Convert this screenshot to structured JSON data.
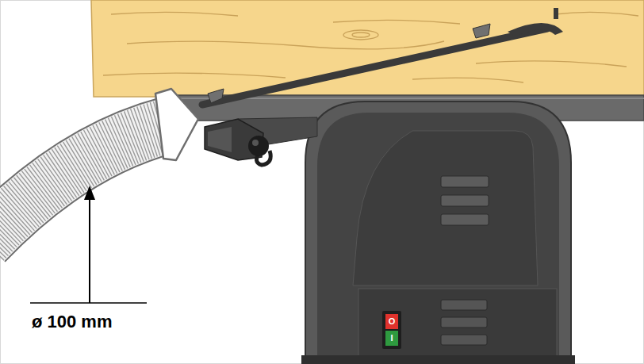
{
  "diagram": {
    "labels": [
      "ø 100 mm",
      "O",
      "I"
    ]
  }
}
